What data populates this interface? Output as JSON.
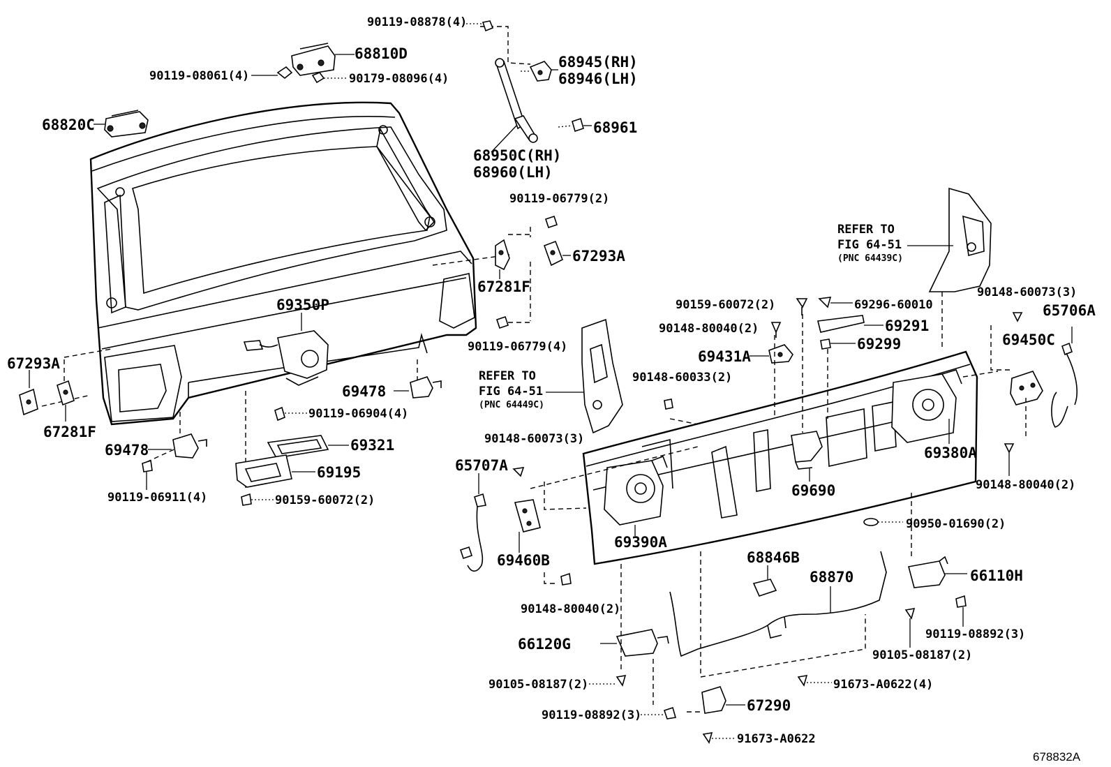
{
  "diagram_id": "678832A",
  "parts": [
    {
      "id": "p_9011908878",
      "label": "90119-08878(4)"
    },
    {
      "id": "p_68810D",
      "label": "68810D"
    },
    {
      "id": "p_9011908061",
      "label": "90119-08061(4)"
    },
    {
      "id": "p_9017908096",
      "label": "90179-08096(4)"
    },
    {
      "id": "p_68945",
      "label": "68945(RH)"
    },
    {
      "id": "p_68946",
      "label": "68946(LH)"
    },
    {
      "id": "p_68820C",
      "label": "68820C"
    },
    {
      "id": "p_68961",
      "label": "68961"
    },
    {
      "id": "p_68950C",
      "label": "68950C(RH)"
    },
    {
      "id": "p_68960",
      "label": "68960(LH)"
    },
    {
      "id": "p_9011906779_2",
      "label": "90119-06779(2)"
    },
    {
      "id": "p_67293A_r",
      "label": "67293A"
    },
    {
      "id": "p_67281F_r",
      "label": "67281F"
    },
    {
      "id": "p_9011906779_4",
      "label": "90119-06779(4)"
    },
    {
      "id": "p_69350P",
      "label": "69350P"
    },
    {
      "id": "p_67293A_l",
      "label": "67293A"
    },
    {
      "id": "p_67281F_l",
      "label": "67281F"
    },
    {
      "id": "p_69478_r",
      "label": "69478"
    },
    {
      "id": "p_9011906904",
      "label": "90119-06904(4)"
    },
    {
      "id": "p_69478_l",
      "label": "69478"
    },
    {
      "id": "p_69321",
      "label": "69321"
    },
    {
      "id": "p_69195",
      "label": "69195"
    },
    {
      "id": "p_9011906911",
      "label": "90119-06911(4)"
    },
    {
      "id": "p_9015960072_l",
      "label": "90159-60072(2)"
    },
    {
      "id": "p_9015960072_r",
      "label": "90159-60072(2)"
    },
    {
      "id": "p_6929660010",
      "label": "69296-60010"
    },
    {
      "id": "p_9014880040_t",
      "label": "90148-80040(2)"
    },
    {
      "id": "p_69291",
      "label": "69291"
    },
    {
      "id": "p_69431A",
      "label": "69431A"
    },
    {
      "id": "p_69299",
      "label": "69299"
    },
    {
      "id": "p_9014860073_r",
      "label": "90148-60073(3)"
    },
    {
      "id": "p_65706A",
      "label": "65706A"
    },
    {
      "id": "p_69450C",
      "label": "69450C"
    },
    {
      "id": "p_9014860033",
      "label": "90148-60033(2)"
    },
    {
      "id": "p_9014860073_l",
      "label": "90148-60073(3)"
    },
    {
      "id": "p_65707A",
      "label": "65707A"
    },
    {
      "id": "p_69380A",
      "label": "69380A"
    },
    {
      "id": "p_9014880040_r",
      "label": "90148-80040(2)"
    },
    {
      "id": "p_69690",
      "label": "69690"
    },
    {
      "id": "p_9095001690",
      "label": "90950-01690(2)"
    },
    {
      "id": "p_69390A",
      "label": "69390A"
    },
    {
      "id": "p_69460B",
      "label": "69460B"
    },
    {
      "id": "p_68846B",
      "label": "68846B"
    },
    {
      "id": "p_68870",
      "label": "68870"
    },
    {
      "id": "p_66110H",
      "label": "66110H"
    },
    {
      "id": "p_9014880040_b",
      "label": "90148-80040(2)"
    },
    {
      "id": "p_9011908892_r",
      "label": "90119-08892(3)"
    },
    {
      "id": "p_66120G",
      "label": "66120G"
    },
    {
      "id": "p_9010508187_r",
      "label": "90105-08187(2)"
    },
    {
      "id": "p_9010508187_l",
      "label": "90105-08187(2)"
    },
    {
      "id": "p_91673A0622_4",
      "label": "91673-A0622(4)"
    },
    {
      "id": "p_67290",
      "label": "67290"
    },
    {
      "id": "p_9011908892_l",
      "label": "90119-08892(3)"
    },
    {
      "id": "p_91673A0622",
      "label": "91673-A0622"
    }
  ],
  "references": [
    {
      "id": "ref_right",
      "line1": "REFER TO",
      "line2": "FIG 64-51",
      "line3": "(PNC 64439C)"
    },
    {
      "id": "ref_left",
      "line1": "REFER TO",
      "line2": "FIG 64-51",
      "line3": "(PNC 64449C)"
    }
  ]
}
